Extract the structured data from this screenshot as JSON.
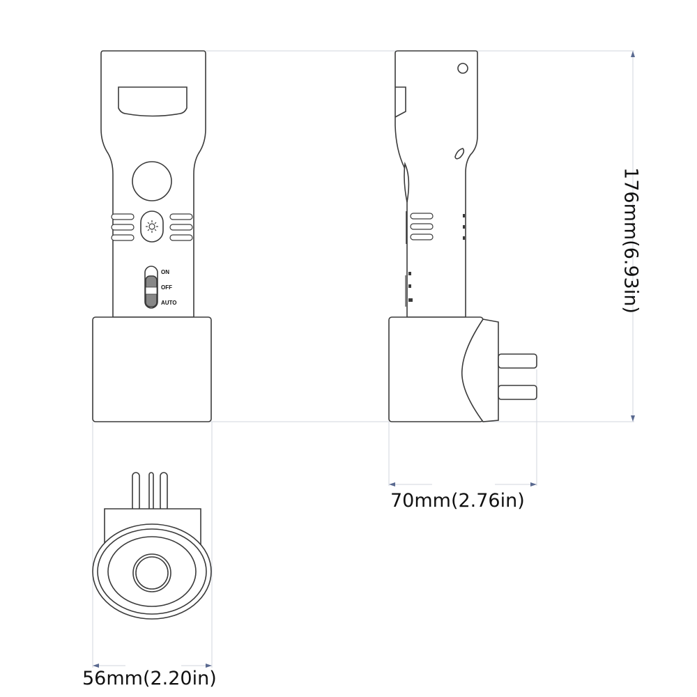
{
  "drawing": {
    "title": "Device dimension drawing",
    "views": [
      "front-view",
      "side-view",
      "bottom-view"
    ]
  },
  "front_view": {
    "switch_labels": {
      "on": "ON",
      "off": "OFF",
      "auto": "AUTO"
    },
    "button_icon": "sun-icon"
  },
  "dimensions": {
    "height": "176mm(6.93in)",
    "depth": "70mm(2.76in)",
    "width": "56mm(2.20in)"
  },
  "colors": {
    "outline": "#3a3a3a",
    "dimension_line": "#c8ccd8",
    "arrow": "#5a6a90",
    "text": "#111111"
  }
}
